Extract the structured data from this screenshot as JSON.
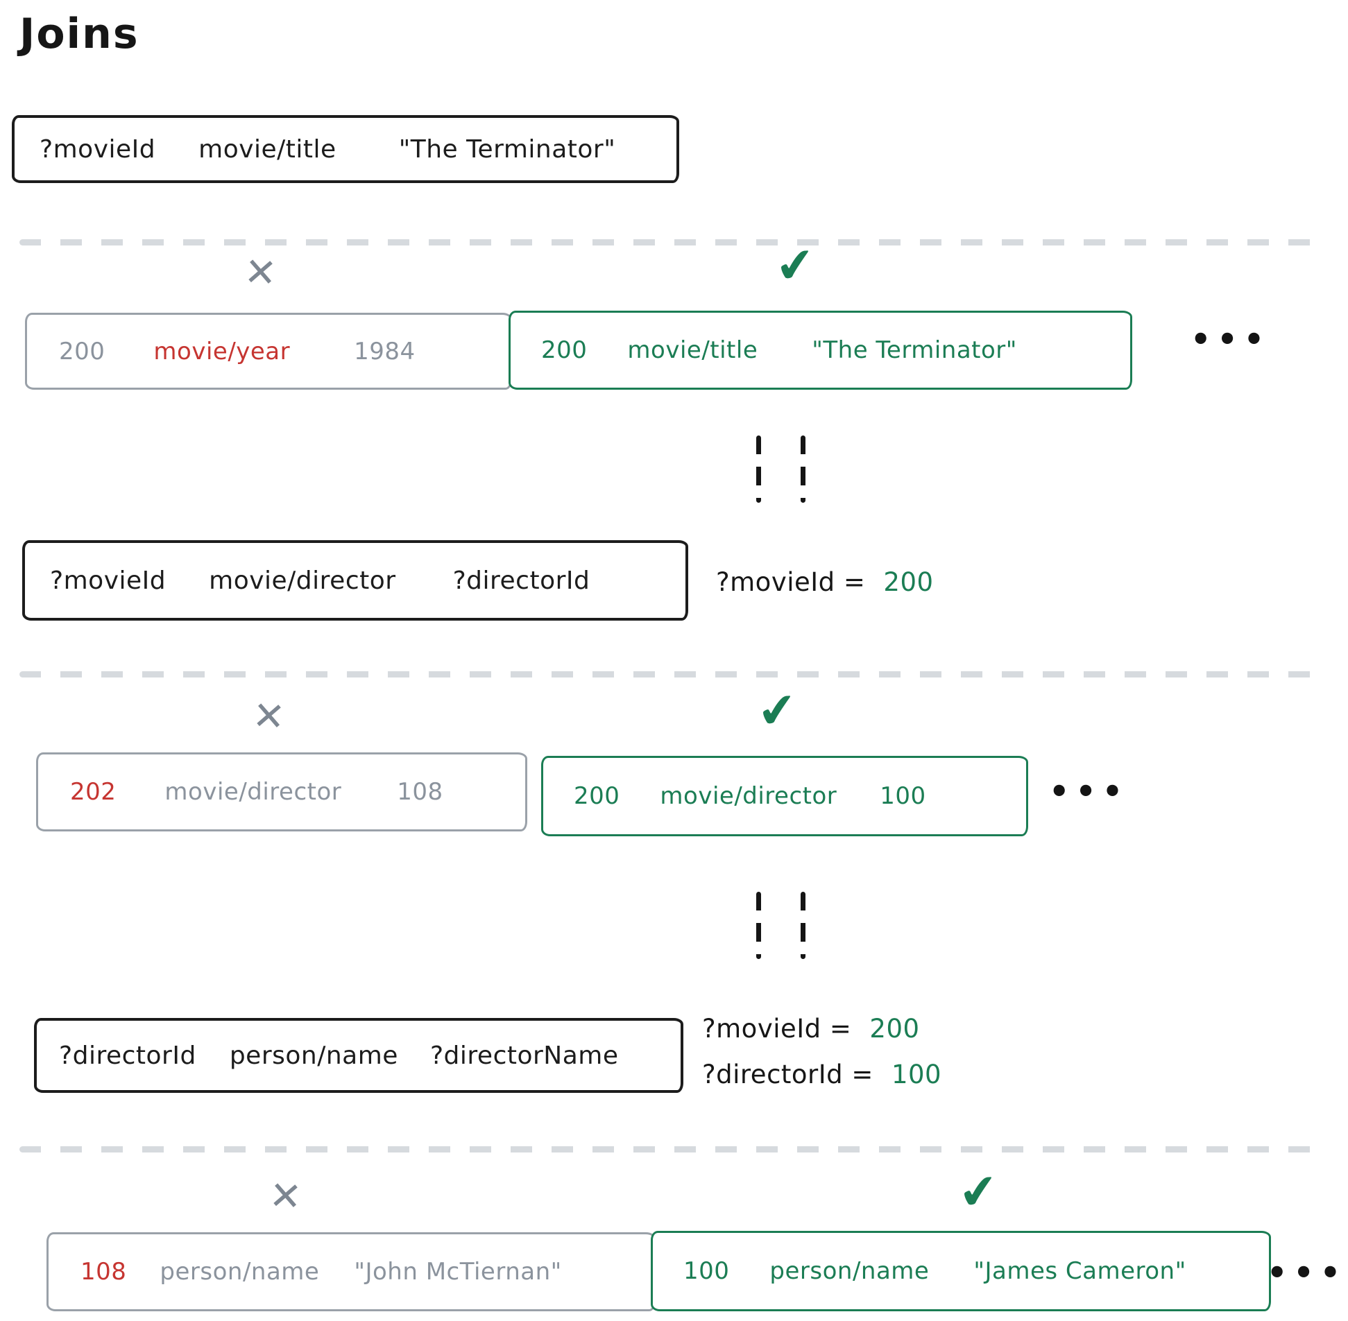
{
  "page": {
    "title": "Joins"
  },
  "colors": {
    "ink_black": "#1c1c1c",
    "gray": "#8b939d",
    "gray_border": "#9aa1a9",
    "red": "#c63531",
    "green": "#1b7d54",
    "divider_gray": "#d6dade"
  },
  "icons": {
    "cross": "✕",
    "check": "✔",
    "ellipsis": "•••"
  },
  "step1": {
    "pattern": {
      "subject": "?movieId",
      "predicate": "movie/title",
      "object": "\"The Terminator\""
    },
    "reject": {
      "subject": "200",
      "predicate": "movie/year",
      "object": "1984",
      "mismatch_part": "predicate"
    },
    "accept": {
      "subject": "200",
      "predicate": "movie/title",
      "object": "\"The Terminator\""
    }
  },
  "step2": {
    "pattern": {
      "subject": "?movieId",
      "predicate": "movie/director",
      "object": "?directorId"
    },
    "bindings": [
      {
        "label": "?movieId =",
        "value": "200"
      }
    ],
    "reject": {
      "subject": "202",
      "predicate": "movie/director",
      "object": "108",
      "mismatch_part": "subject"
    },
    "accept": {
      "subject": "200",
      "predicate": "movie/director",
      "object": "100"
    }
  },
  "step3": {
    "pattern": {
      "subject": "?directorId",
      "predicate": "person/name",
      "object": "?directorName"
    },
    "bindings": [
      {
        "label": "?movieId =",
        "value": "200"
      },
      {
        "label": "?directorId =",
        "value": "100"
      }
    ],
    "reject": {
      "subject": "108",
      "predicate": "person/name",
      "object": "\"John McTiernan\"",
      "mismatch_part": "subject"
    },
    "accept": {
      "subject": "100",
      "predicate": "person/name",
      "object": "\"James Cameron\""
    }
  }
}
